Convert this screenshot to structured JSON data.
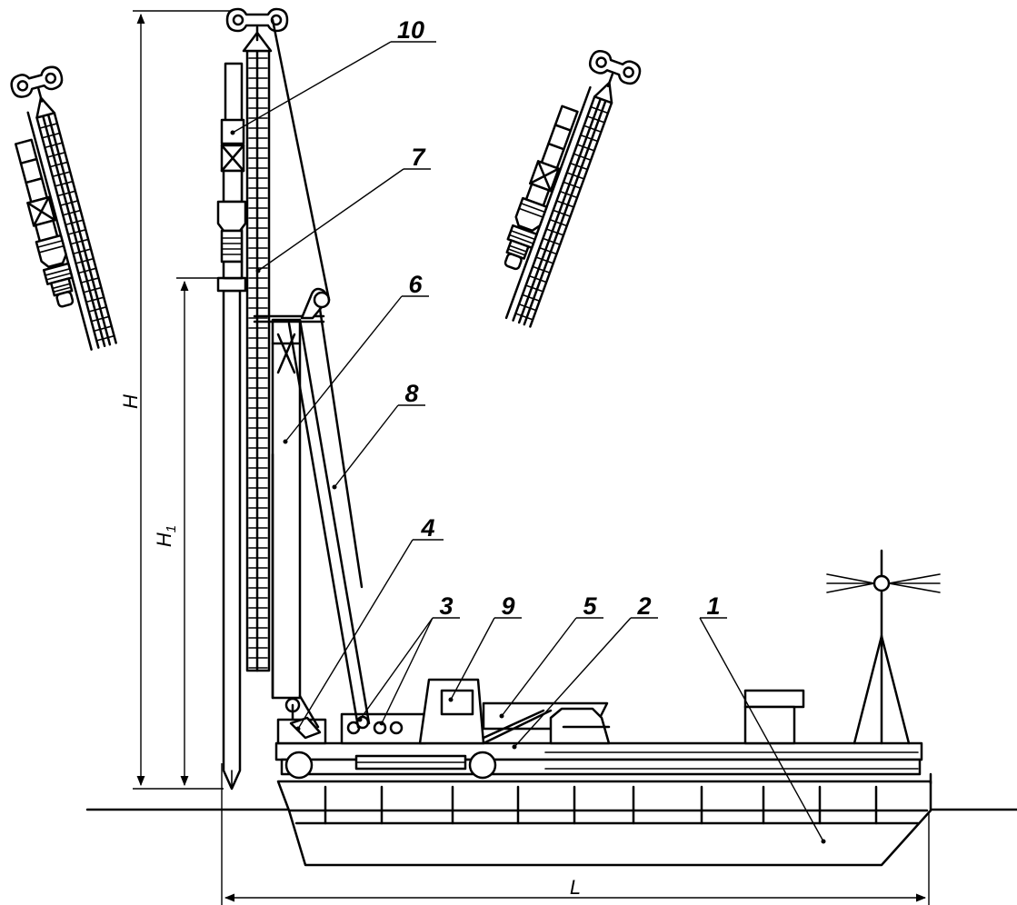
{
  "callouts": [
    {
      "id": "1",
      "text": "1"
    },
    {
      "id": "2",
      "text": "2"
    },
    {
      "id": "3",
      "text": "3"
    },
    {
      "id": "4",
      "text": "4"
    },
    {
      "id": "5",
      "text": "5"
    },
    {
      "id": "6",
      "text": "6"
    },
    {
      "id": "7",
      "text": "7"
    },
    {
      "id": "8",
      "text": "8"
    },
    {
      "id": "9",
      "text": "9"
    },
    {
      "id": "10",
      "text": "10"
    }
  ],
  "dimensions": {
    "height_total": "H",
    "height_pile": "H",
    "height_pile_subscript": "1",
    "length": "L"
  },
  "colors": {
    "ink": "#000000",
    "paper": "#ffffff"
  }
}
